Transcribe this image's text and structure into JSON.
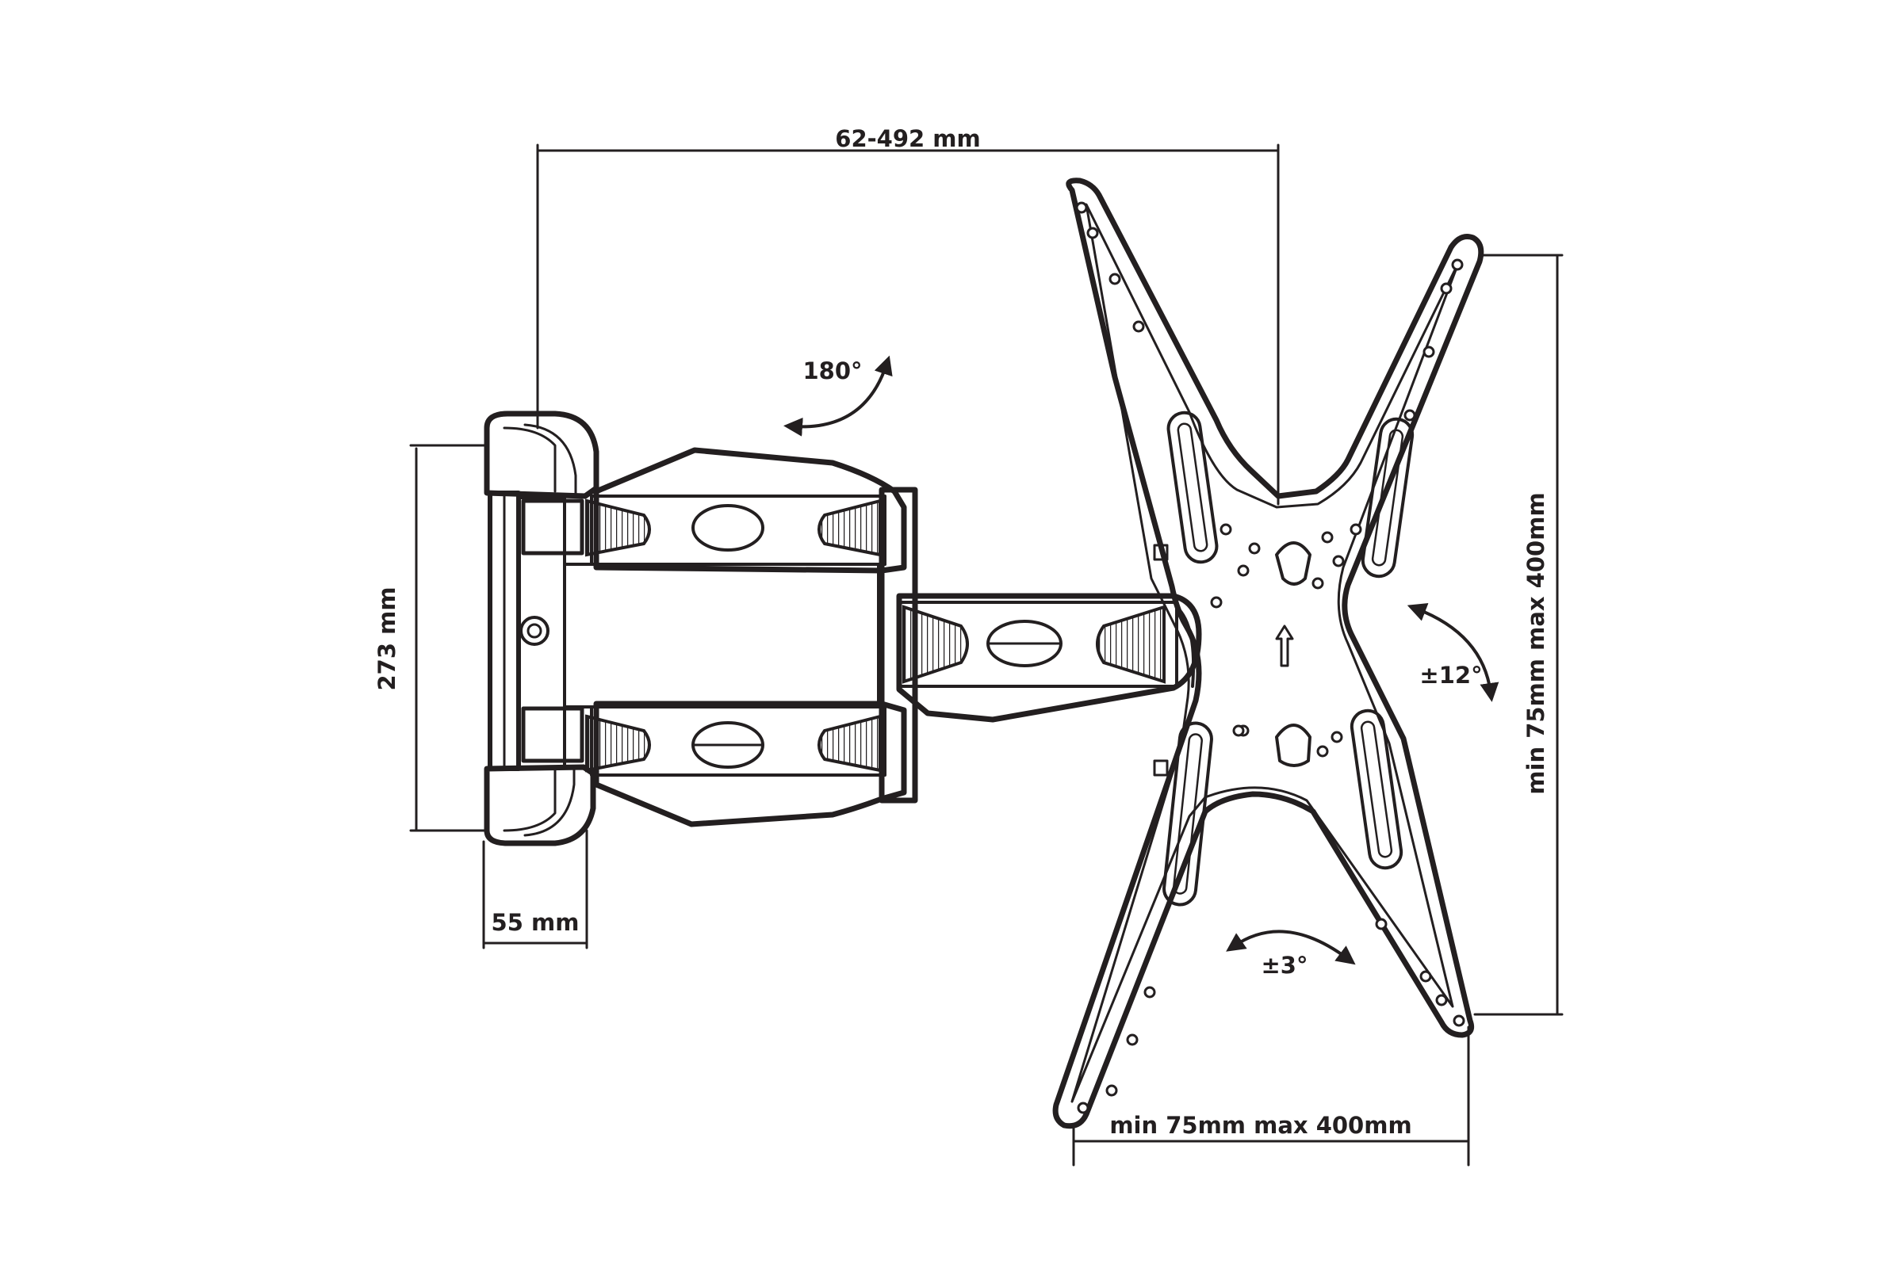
{
  "labels": {
    "extension": "62-492 mm",
    "swivel": "180°",
    "tilt": "±12°",
    "rotation": "±3°",
    "height": "273 mm",
    "depth": "55 mm",
    "vesa_vertical": "min 75mm max 400mm",
    "vesa_horizontal": "min 75mm max 400mm"
  },
  "colors": {
    "line": "#231f20",
    "fill": "#ffffff",
    "accent": "#231f20"
  }
}
